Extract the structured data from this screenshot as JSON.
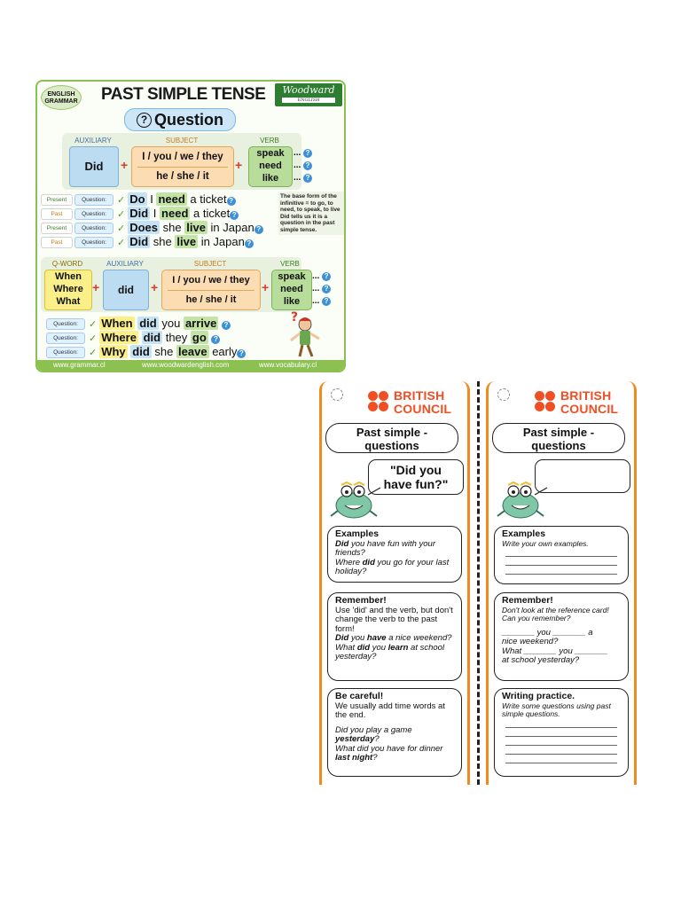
{
  "infographic": {
    "badge": "ENGLISH GRAMMAR",
    "title": "PAST SIMPLE TENSE",
    "brand": "Woodward",
    "brand_sub": "ENGLISH",
    "question_label": "Question",
    "headers": {
      "auxiliary": "AUXILIARY",
      "subject": "SUBJECT",
      "verb": "VERB",
      "qword": "Q-WORD"
    },
    "aux_word": "Did",
    "subject_1": "I / you / we / they",
    "subject_2": "he / she / it",
    "verbs": [
      "speak",
      "need",
      "like"
    ],
    "ellipsis": "...",
    "rows": [
      {
        "tense": "Present",
        "w1": "Do",
        "w2": "I",
        "w3": "need",
        "w4": "a ticket"
      },
      {
        "tense": "Past",
        "w1": "Did",
        "w2": "I",
        "w3": "need",
        "w4": "a ticket"
      },
      {
        "tense": "Present",
        "w1": "Does",
        "w2": "she",
        "w3": "live",
        "w4": "in Japan"
      },
      {
        "tense": "Past",
        "w1": "Did",
        "w2": "she",
        "w3": "live",
        "w4": "in Japan"
      }
    ],
    "question_tag": "Question:",
    "note": "The base form of the infinitive = to go, to need, to speak, to live Did tells us it is a question in the past simple tense.",
    "qwords": [
      "When",
      "Where",
      "What"
    ],
    "aux_lower": "did",
    "wh_rows": [
      {
        "qw": "When",
        "aux": "did",
        "subj": "you",
        "verb": "arrive",
        "end": ""
      },
      {
        "qw": "Where",
        "aux": "did",
        "subj": "they",
        "verb": "go",
        "end": ""
      },
      {
        "qw": "Why",
        "aux": "did",
        "subj": "she",
        "verb": "leave",
        "end": "early"
      }
    ],
    "footer": [
      "www.grammar.cl",
      "www.woodwardenglish.com",
      "www.vocabulary.cl"
    ]
  },
  "bookmark_left": {
    "logo": [
      "BRITISH",
      "COUNCIL"
    ],
    "title": [
      "Past simple -",
      "questions"
    ],
    "bubble": [
      "\"Did you",
      "have fun?\""
    ],
    "examples_title": "Examples",
    "examples_1a": "Did",
    "examples_1b": " you have fun with your friends?",
    "examples_2a": "Where ",
    "examples_2b": "did",
    "examples_2c": " you go for your last holiday?",
    "remember_title": "Remember!",
    "remember_text": "Use 'did' and the verb, but don't change the verb to the past form!",
    "remember_1a": "Did",
    "remember_1b": " you ",
    "remember_1c": "have",
    "remember_1d": " a nice weekend?",
    "remember_2a": "What ",
    "remember_2b": "did",
    "remember_2c": " you ",
    "remember_2d": "learn",
    "remember_2e": " at school yesterday?",
    "careful_title": "Be careful!",
    "careful_text": "We usually add time words at the end.",
    "careful_1a": "Did you play a game ",
    "careful_1b": "yesterday",
    "careful_1c": "?",
    "careful_2a": "What did you have for dinner ",
    "careful_2b": "last night",
    "careful_2c": "?"
  },
  "bookmark_right": {
    "logo": [
      "BRITISH",
      "COUNCIL"
    ],
    "title": [
      "Past simple -",
      "questions"
    ],
    "examples_title": "Examples",
    "examples_sub": "Write your own examples.",
    "remember_title": "Remember!",
    "remember_sub": "Don't look at the reference card! Can you remember?",
    "gap_1a": "_______ you _______ a",
    "gap_1b": "nice weekend?",
    "gap_2a": "What _______ you _______",
    "gap_2b": "at school yesterday?",
    "writing_title": "Writing practice.",
    "writing_sub": "Write some questions using past simple questions."
  },
  "colors": {
    "accent_orange": "#f08a1c",
    "bc_red": "#f04e23",
    "green": "#8cc152",
    "blue": "#3d8fd6"
  }
}
